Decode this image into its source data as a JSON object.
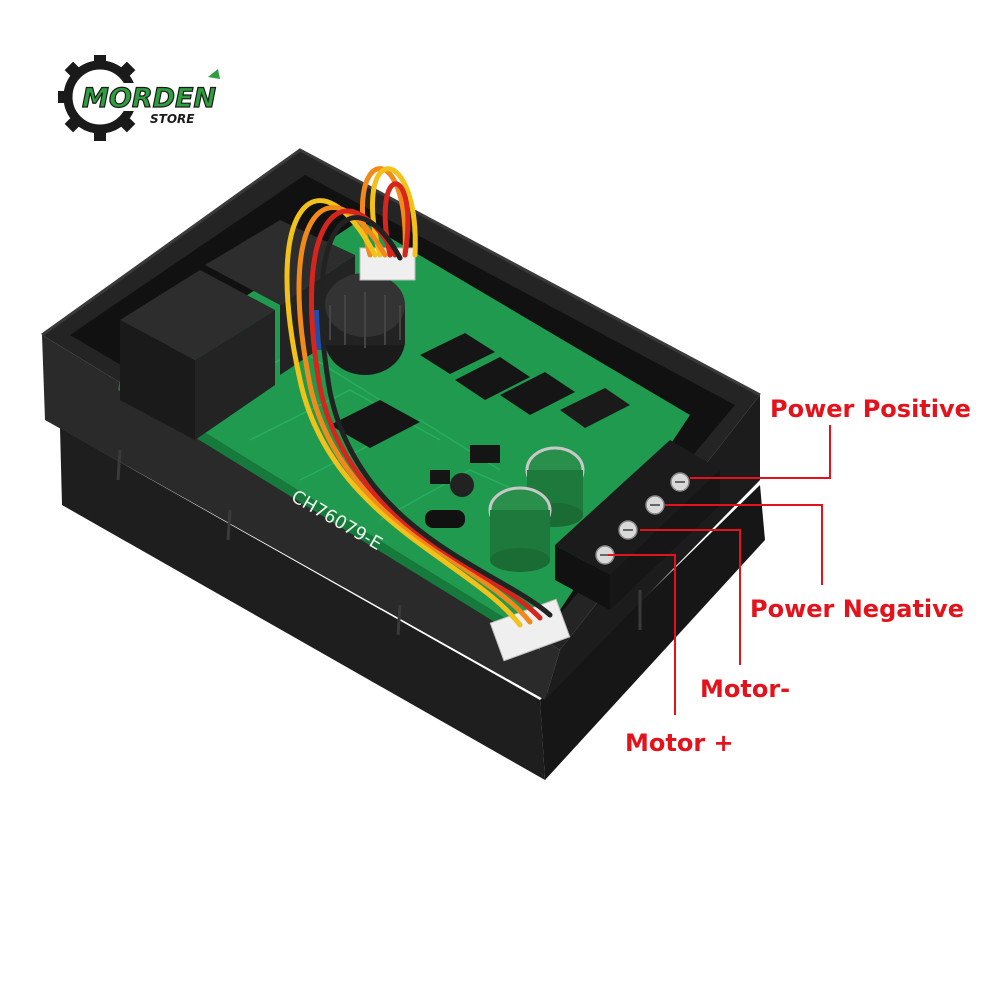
{
  "brand": {
    "name": "MORDEN",
    "sub": "STORE",
    "icon": "gear-icon",
    "colors": {
      "gear": "#1a1a1a",
      "accent": "#2e9e3e"
    }
  },
  "pcb": {
    "model_text": "CH76079-E",
    "colors": {
      "board": "#1f9a4e",
      "case": "#1b1b1b",
      "wire_yellow": "#f2c21b",
      "wire_orange": "#f28a1b",
      "wire_red": "#d6251d",
      "wire_black": "#222222"
    }
  },
  "callouts": {
    "power_positive": "Power Positive",
    "power_negative": "Power Negative",
    "motor_minus": "Motor-",
    "motor_plus": "Motor +",
    "color": "#e3121b"
  }
}
